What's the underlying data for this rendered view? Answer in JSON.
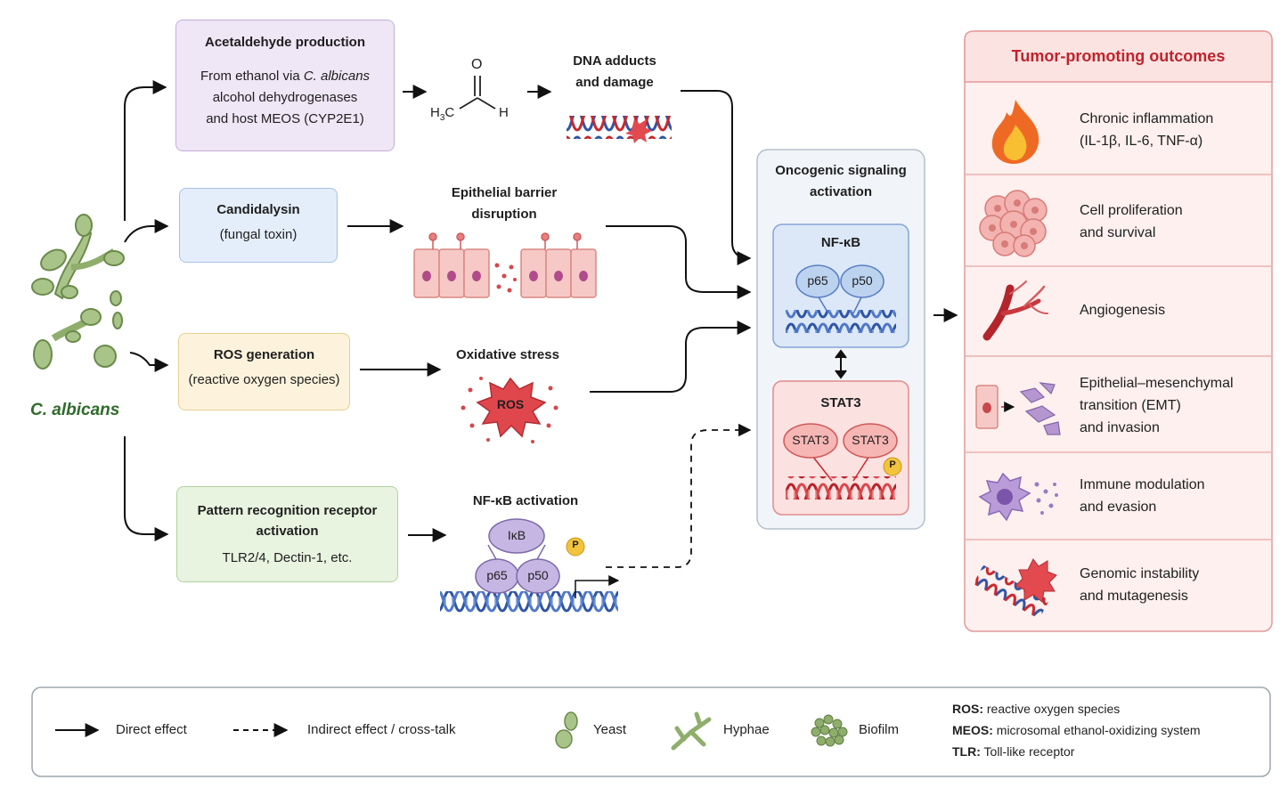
{
  "organism": {
    "label": "C. albicans"
  },
  "mechanisms": {
    "acetaldehyde": {
      "title": "Acetaldehyde production",
      "line1_pre": "From ethanol via ",
      "line1_it": "C. albicans",
      "line2": "alcohol dehydrogenases",
      "line3": "and host MEOS (CYP2E1)"
    },
    "candidalysin": {
      "title": "Candidalysin",
      "subtitle": "(fungal toxin)"
    },
    "ros": {
      "title": "ROS generation",
      "subtitle": "(reactive oxygen species)"
    },
    "prr": {
      "title_line1": "Pattern recognition receptor",
      "title_line2": "activation",
      "subtitle": "TLR2/4, Dectin-1, etc."
    }
  },
  "molecule": {
    "o": "O",
    "h3c": "H",
    "h3c_sub": "3",
    "c": "C",
    "h": "H"
  },
  "effects": {
    "dna": {
      "line1": "DNA adducts",
      "line2": "and damage"
    },
    "barrier": {
      "line1": "Epithelial barrier",
      "line2": "disruption"
    },
    "oxidative": {
      "label": "Oxidative stress",
      "ros_badge": "ROS"
    },
    "nfkb": {
      "label": "NF-κB activation",
      "ikb": "IκB",
      "p65": "p65",
      "p50": "p50",
      "p": "P"
    }
  },
  "signaling": {
    "title_line1": "Oncogenic signaling",
    "title_line2": "activation",
    "nfkb": {
      "title": "NF-κB",
      "p65": "p65",
      "p50": "p50"
    },
    "stat3": {
      "title": "STAT3",
      "left": "STAT3",
      "right": "STAT3",
      "p": "P"
    }
  },
  "outcomes": {
    "header": "Tumor-promoting outcomes",
    "items": [
      {
        "icon": "flame-icon",
        "line1": "Chronic inflammation",
        "line2": "(IL-1β, IL-6, TNF-α)",
        "line3": ""
      },
      {
        "icon": "cell-cluster-icon",
        "line1": "Cell proliferation",
        "line2": "and survival",
        "line3": ""
      },
      {
        "icon": "blood-vessel-icon",
        "line1": "Angiogenesis",
        "line2": "",
        "line3": ""
      },
      {
        "icon": "emt-cells-icon",
        "line1": "Epithelial–mesenchymal",
        "line2": "transition (EMT)",
        "line3": "and invasion"
      },
      {
        "icon": "immune-cell-icon",
        "line1": "Immune modulation",
        "line2": "and evasion",
        "line3": ""
      },
      {
        "icon": "dna-damage-icon",
        "line1": "Genomic instability",
        "line2": "and mutagenesis",
        "line3": ""
      }
    ]
  },
  "legend": {
    "direct": "Direct effect",
    "indirect": "Indirect effect / cross-talk",
    "yeast": "Yeast",
    "hyphae": "Hyphae",
    "biofilm": "Biofilm",
    "abbreviations": [
      {
        "term": "ROS:",
        "definition": " reactive oxygen species"
      },
      {
        "term": "MEOS:",
        "definition": " microsomal ethanol-oxidizing system"
      },
      {
        "term": "TLR:",
        "definition": " Toll-like receptor"
      }
    ]
  },
  "colors": {
    "acetaldehyde": "#efe6f6",
    "candidalysin": "#e4eefa",
    "ros": "#fdf3dc",
    "prr": "#e8f3e0",
    "organism": "#2f6b2a",
    "outcome_accent": "#c0232b",
    "nfkb_blue": "#3f5fa8",
    "stat3_red": "#c8282e"
  }
}
